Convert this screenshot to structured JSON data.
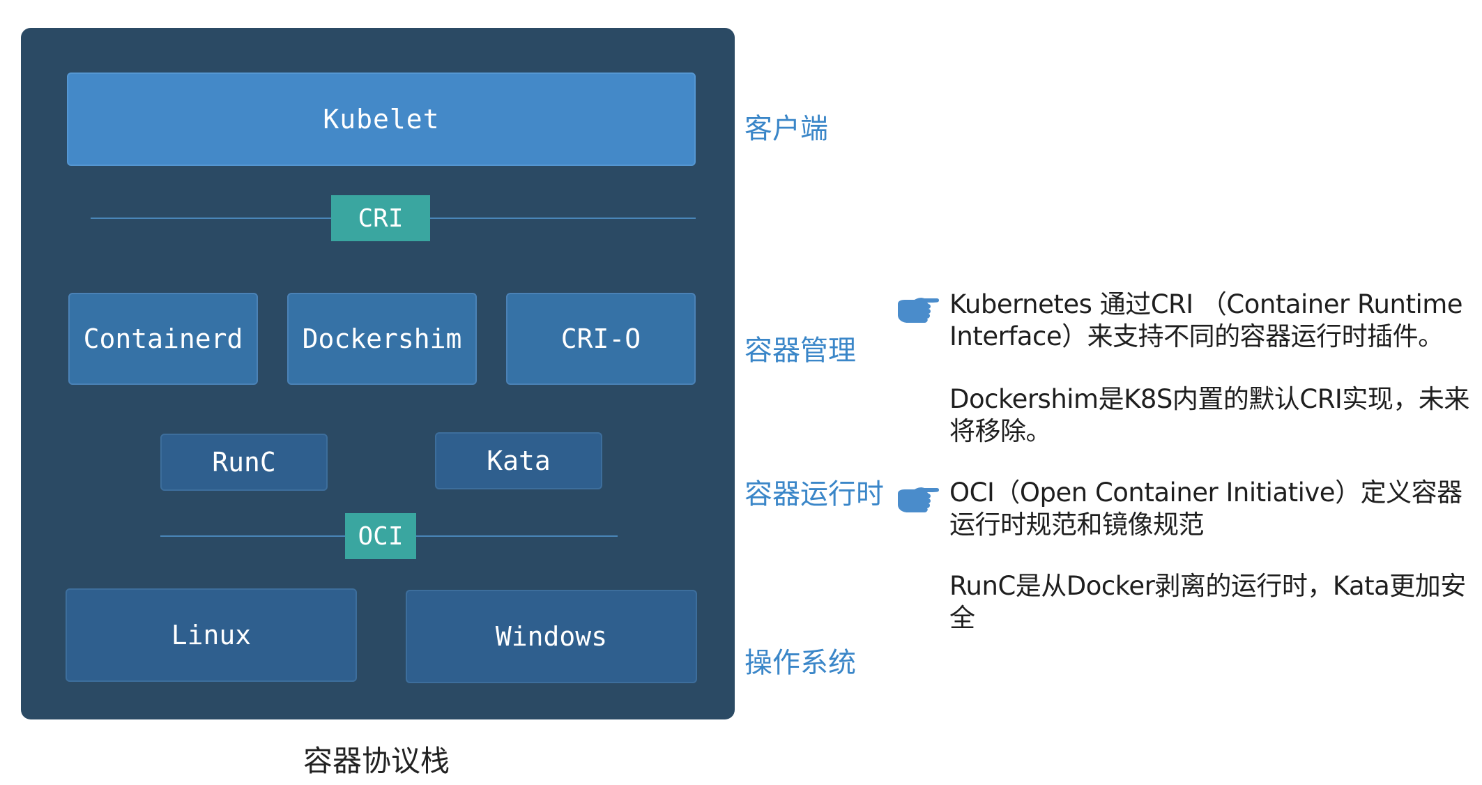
{
  "stack": {
    "kubelet": "Kubelet",
    "cri": "CRI",
    "containerd": "Containerd",
    "dockershim": "Dockershim",
    "crio": "CRI-O",
    "runc": "RunC",
    "kata": "Kata",
    "oci": "OCI",
    "linux": "Linux",
    "windows": "Windows",
    "caption": "容器协议栈"
  },
  "layers": {
    "client": "客户端",
    "container_management": "容器管理",
    "container_runtime": "容器运行时",
    "os": "操作系统"
  },
  "notes": {
    "cri_line1": "Kubernetes 通过CRI （Container Runtime",
    "cri_line2": "Interface）来支持不同的容器运行时插件。",
    "dockershim_line1": "Dockershim是K8S内置的默认CRI实现，未来",
    "dockershim_line2": "将移除。",
    "oci_line1": "OCI（Open Container Initiative）定义容器",
    "oci_line2": "运行时规范和镜像规范",
    "runc_line1": "RunC是从Docker剥离的运行时，Kata更加安",
    "runc_line2": "全"
  },
  "icons": {
    "pointer": "pointing-hand-icon"
  },
  "colors": {
    "stack_background": "#2b4a64",
    "kubelet": "#4489c8",
    "management_box": "#3672a6",
    "runtime_box": "#2f5f8e",
    "protocol_tag": "#3aa6a0",
    "layer_label": "#3a86c8"
  }
}
